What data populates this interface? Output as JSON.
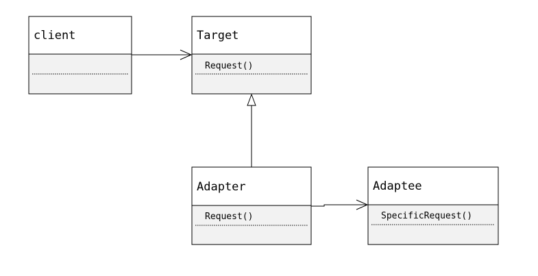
{
  "diagram": {
    "classes": {
      "client": {
        "name": "client",
        "operations": []
      },
      "target": {
        "name": "Target",
        "operations": [
          "Request()"
        ]
      },
      "adapter": {
        "name": "Adapter",
        "operations": [
          "Request()"
        ]
      },
      "adaptee": {
        "name": "Adaptee",
        "operations": [
          "SpecificRequest()"
        ]
      }
    },
    "relations": [
      {
        "type": "association",
        "from": "client",
        "to": "Target"
      },
      {
        "type": "generalization",
        "from": "Adapter",
        "to": "Target"
      },
      {
        "type": "association",
        "from": "Adapter",
        "to": "Adaptee"
      }
    ],
    "colors": {
      "header": "#ffffff",
      "body": "#f2f2f2",
      "stroke": "#000000"
    }
  }
}
